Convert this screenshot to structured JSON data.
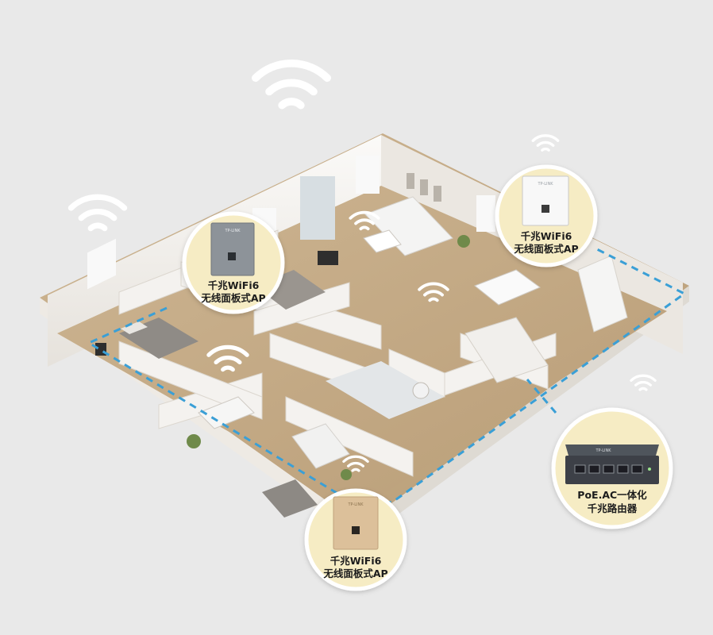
{
  "colors": {
    "background": "#e9e9e9",
    "floor": "#c9b08c",
    "wall": "#f3f1ee",
    "wall_shadow": "#d9d5cf",
    "wifi_signal": "#ffffff",
    "network_link": "#3a9fd6",
    "callout_fill": "#f6ecc4",
    "callout_border": "#ffffff",
    "ap_silver": "#8d9399",
    "ap_white": "#f8f8f8",
    "ap_gold": "#dcc09a",
    "router_body": "#3d4147"
  },
  "devices": [
    {
      "id": "ap-silver",
      "icon": "wall-panel-ap-icon",
      "color": "silver",
      "label_line1": "千兆WiFi6",
      "label_line2": "无线面板式AP",
      "badge": "TP-LINK"
    },
    {
      "id": "ap-white",
      "icon": "wall-panel-ap-icon",
      "color": "white",
      "label_line1": "千兆WiFi6",
      "label_line2": "无线面板式AP",
      "badge": "TP-LINK"
    },
    {
      "id": "ap-gold",
      "icon": "wall-panel-ap-icon",
      "color": "gold",
      "label_line1": "千兆WiFi6",
      "label_line2": "无线面板式AP",
      "badge": "TP-LINK"
    },
    {
      "id": "router",
      "icon": "router-icon",
      "label_line1": "PoE.AC一体化",
      "label_line2": "千兆路由器",
      "badge": "TP-LINK"
    }
  ]
}
